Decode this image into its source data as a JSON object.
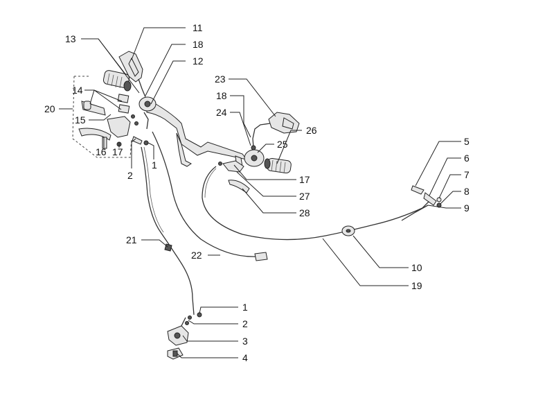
{
  "labels": {
    "l11": "11",
    "l13": "13",
    "l18a": "18",
    "l12": "12",
    "l20": "20",
    "l14": "14",
    "l15": "15",
    "l16": "16",
    "l17a": "17",
    "l2a": "2",
    "l1a": "1",
    "l23": "23",
    "l18b": "18",
    "l24": "24",
    "l26": "26",
    "l25": "25",
    "l17b": "17",
    "l27": "27",
    "l28": "28",
    "l5": "5",
    "l6": "6",
    "l7": "7",
    "l8": "8",
    "l9": "9",
    "l21": "21",
    "l22": "22",
    "l10": "10",
    "l19": "19",
    "l1b": "1",
    "l2b": "2",
    "l3": "3",
    "l4": "4"
  }
}
